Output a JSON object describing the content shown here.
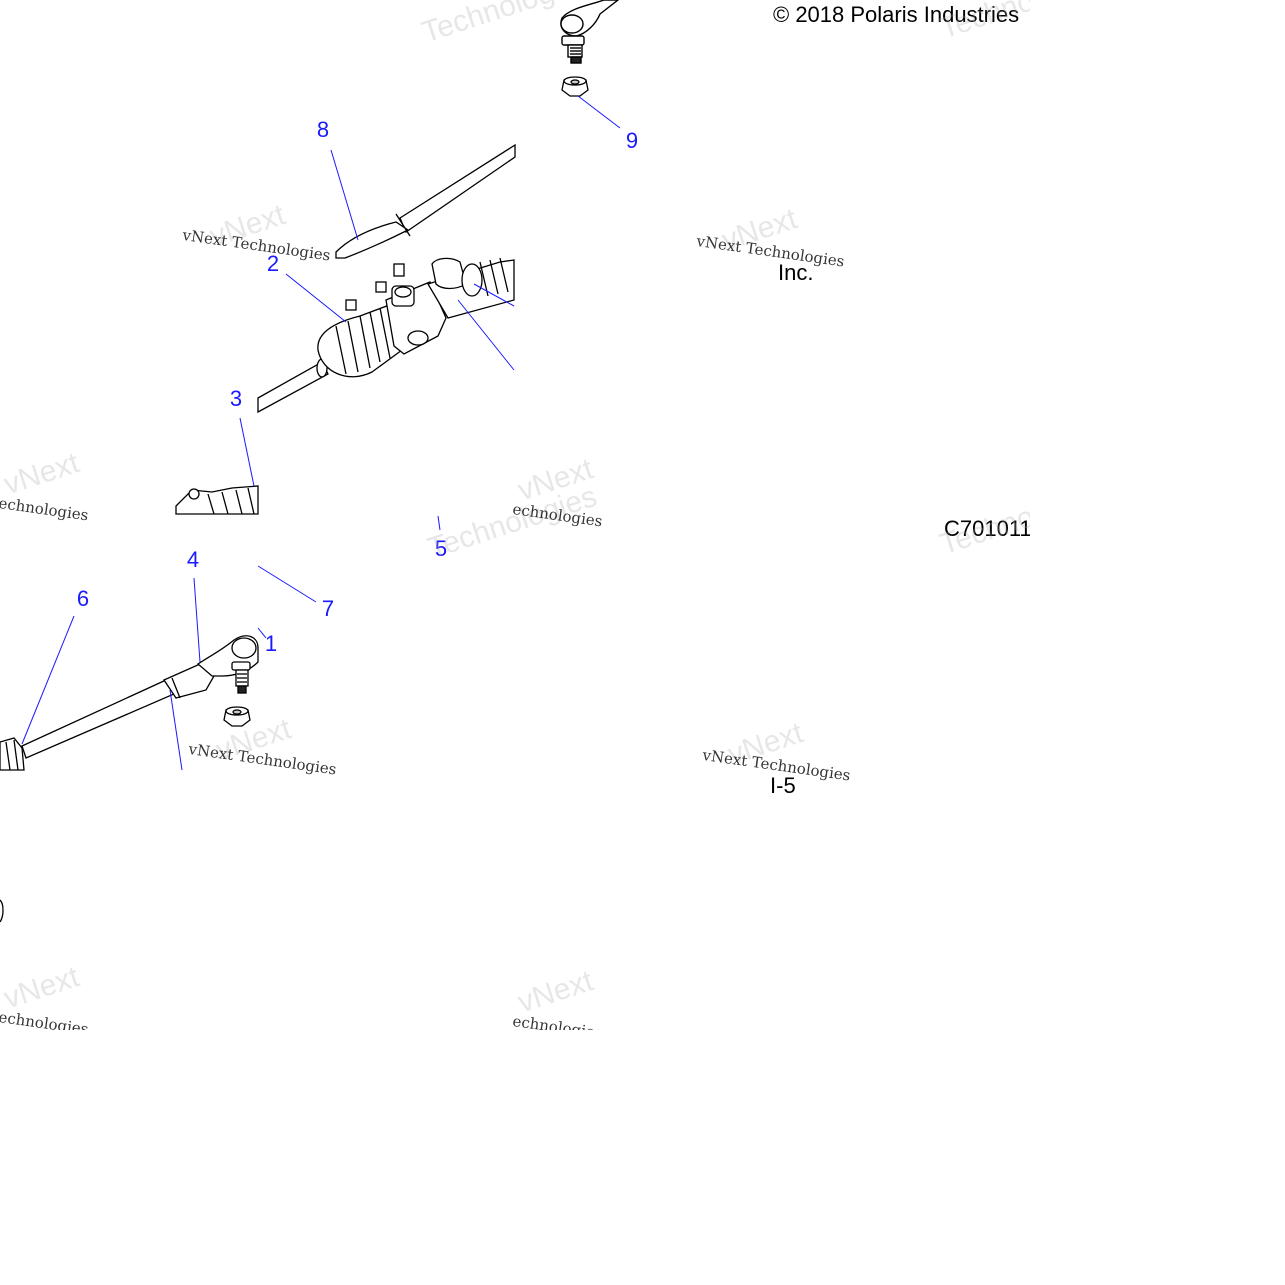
{
  "diagram": {
    "copyright": "© 2018 Polaris Industries",
    "company_suffix": "Inc.",
    "drawing_code": "C701011",
    "page_ref": "I-5",
    "callouts": [
      "8",
      "9",
      "2",
      "3",
      "5",
      "4",
      "6",
      "7",
      "1"
    ],
    "colors": {
      "callout": "#1a1aff",
      "linework": "#000000",
      "background": "#ffffff"
    },
    "watermark": {
      "vnext": "vNext",
      "vnext_technologies": "vNext Technologies",
      "technologies": "Technologies",
      "technologies_lower": "echnologies"
    }
  }
}
